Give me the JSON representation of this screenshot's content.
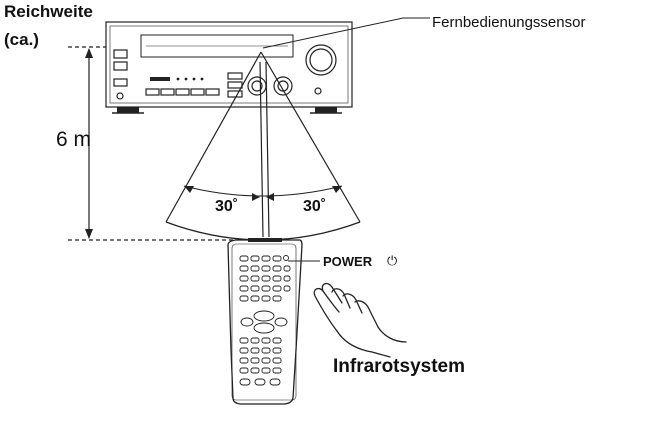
{
  "labels": {
    "range_title": "Reichweite",
    "range_approx": "(ca.)",
    "distance": "6 m",
    "sensor": "Fernbedienungssensor",
    "angle_left": "30˚",
    "angle_right": "30˚",
    "power": "POWER",
    "power_symbol": "⏻",
    "infrared": "Infrarotsystem"
  },
  "colors": {
    "line": "#222222",
    "background": "#ffffff"
  },
  "icons": [
    "receiver-device",
    "remote-control",
    "hand-pressing-icon",
    "power-icon"
  ]
}
